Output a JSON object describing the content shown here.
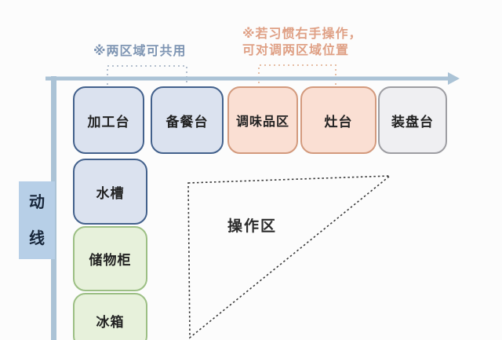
{
  "diagram": {
    "flow_label": {
      "text": "动线"
    },
    "annotation_shared": {
      "text": "※两区域可共用"
    },
    "annotation_swap": {
      "line1": "※若习惯右手操作，",
      "line2": "可对调两区域位置"
    },
    "work_area": {
      "label": "操作区"
    },
    "top_row": [
      {
        "label": "加工台",
        "color_type": "blue"
      },
      {
        "label": "备餐台",
        "color_type": "blue"
      },
      {
        "label": "调味品区",
        "color_type": "peach"
      },
      {
        "label": "灶台",
        "color_type": "peach"
      },
      {
        "label": "装盘台",
        "color_type": "gray"
      }
    ],
    "left_column": [
      {
        "label": "水槽",
        "color_type": "blue"
      },
      {
        "label": "储物柜",
        "color_type": "green"
      },
      {
        "label": "冰箱",
        "color_type": "green"
      }
    ],
    "colors": {
      "flow_line": "#abc3d6",
      "flow_label_bg": "#b7cfe7",
      "blue_fill": "#dbe2ef",
      "blue_border": "#43618c",
      "peach_fill": "#fadfd3",
      "peach_border": "#d39a7d",
      "gray_fill": "#efeff2",
      "gray_border": "#9d9da2",
      "green_fill": "#e7f1db",
      "green_border": "#9cbf84",
      "annotation_shared_color": "#7e95b3",
      "annotation_swap_color": "#dfa085",
      "triangle_stroke": "#3a3a3a"
    }
  }
}
